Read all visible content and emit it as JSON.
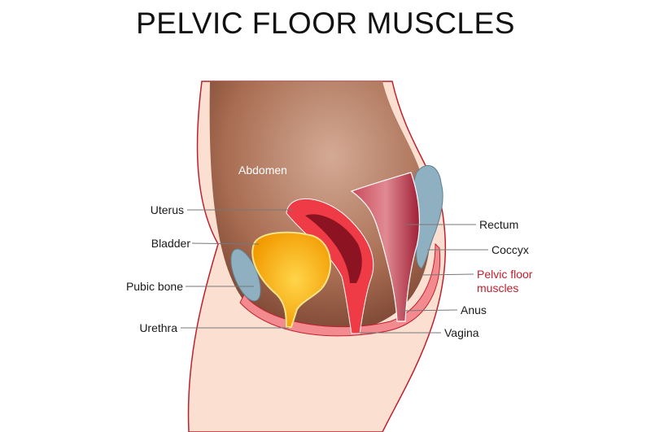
{
  "title": "PELVIC FLOOR MUSCLES",
  "labels": {
    "abdomen": "Abdomen",
    "uterus": "Uterus",
    "bladder": "Bladder",
    "pubic_bone": "Pubic bone",
    "urethra": "Urethra",
    "rectum": "Rectum",
    "coccyx": "Coccyx",
    "pelvic_floor_line1": "Pelvic floor",
    "pelvic_floor_line2": "muscles",
    "anus": "Anus",
    "vagina": "Vagina"
  },
  "colors": {
    "skin": "#fbe0d2",
    "outline": "#c0202e",
    "abdomen": "#9a5e44",
    "bladder": "#f7a800",
    "uterus": "#ee3b45",
    "rectum": "#b02a3c",
    "bone": "#8fb0c0",
    "highlight_label": "#c0202e"
  }
}
